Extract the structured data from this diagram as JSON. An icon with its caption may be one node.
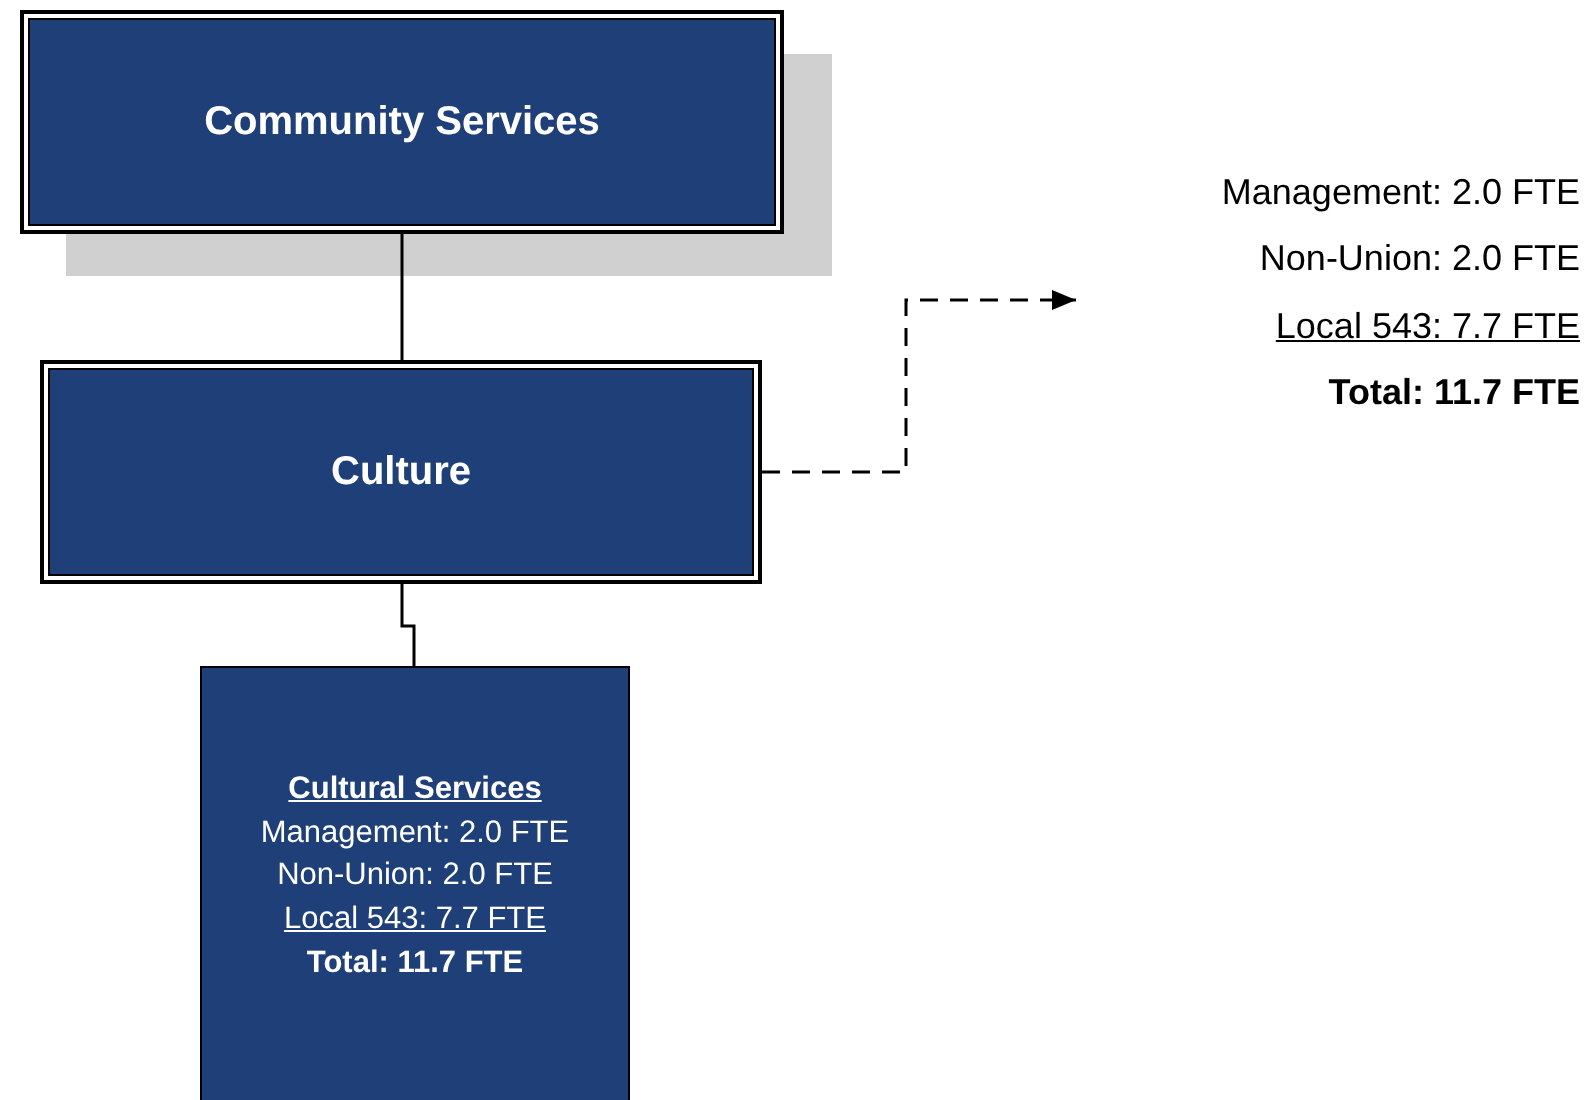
{
  "diagram": {
    "nodes": [
      {
        "text": [
          "Community Services"
        ]
      },
      {
        "text": [
          "Culture"
        ]
      },
      {
        "text": [
          "Cultural Services",
          "Management: 2.0 FTE",
          "Non-Union: 2.0 FTE",
          "Local 543: 7.7 FTE",
          "Total: 11.7 FTE"
        ]
      },
      {
        "text": [
          "Management: 2.0 FTE",
          "Non-Union: 2.0 FTE",
          "Local 543: 7.7 FTE",
          "Total: 11.7 FTE"
        ]
      }
    ],
    "edges": [
      {
        "from": 0,
        "to": 1,
        "arrow": "none"
      },
      {
        "from": 1,
        "to": 2,
        "arrow": "none"
      },
      {
        "from": 1,
        "to": 3,
        "arrow": "to",
        "style": "dashed"
      }
    ]
  }
}
